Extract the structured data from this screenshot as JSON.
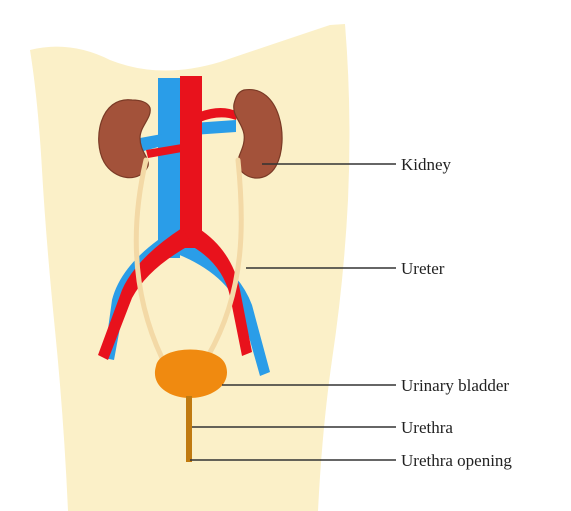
{
  "colors": {
    "body": "#fbf0c8",
    "kidney": "#a3523a",
    "kidney_outline": "#7a3a26",
    "artery": "#e8121c",
    "vein": "#2a9de8",
    "ureter": "#f3d9a6",
    "ureter_outline": "#c79a52",
    "bladder": "#f08a10",
    "urethra": "#c07a10"
  },
  "labels": {
    "kidney": "Kidney",
    "ureter": "Ureter",
    "urinary_bladder": "Urinary bladder",
    "urethra": "Urethra",
    "urethra_opening": "Urethra opening"
  }
}
